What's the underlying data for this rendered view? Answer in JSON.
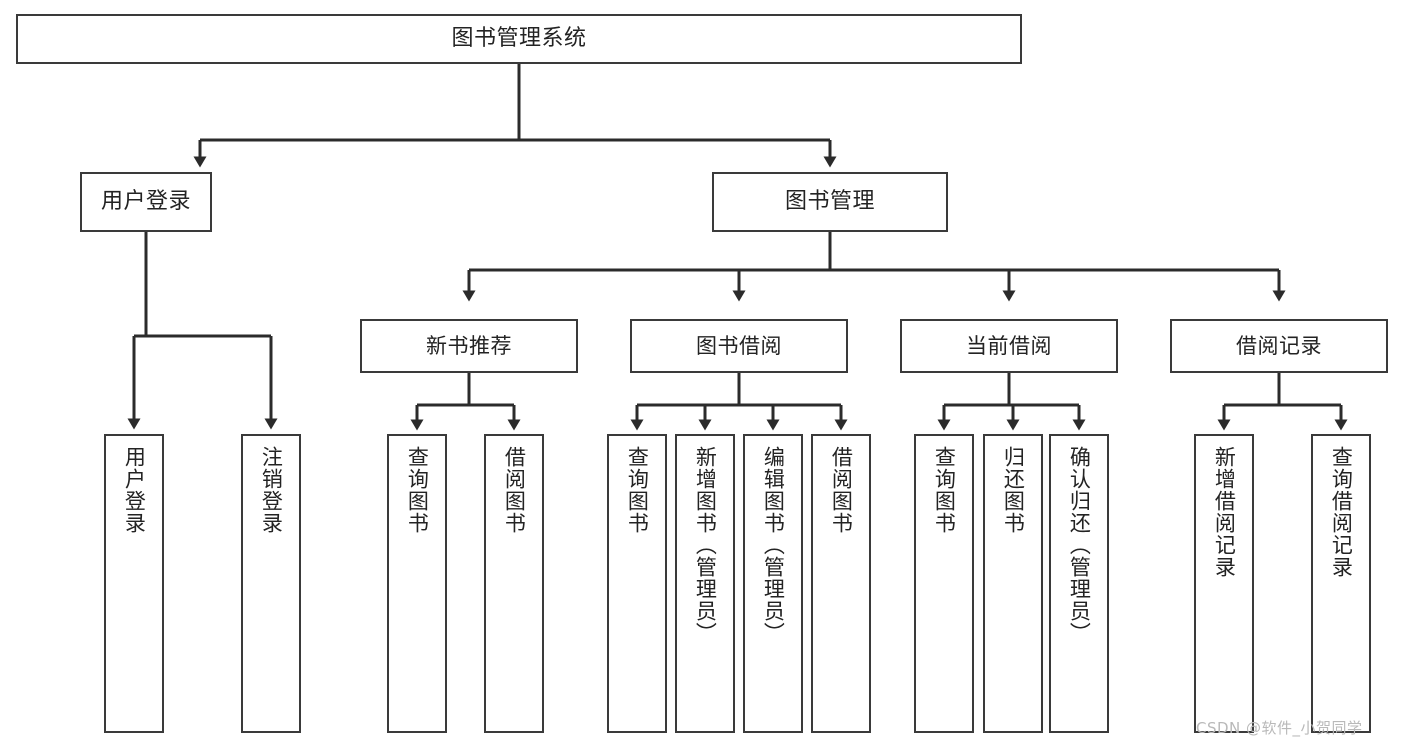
{
  "diagram": {
    "type": "tree",
    "title": "图书管理系统",
    "style": {
      "box_fill": "#ffffff",
      "box_stroke": "#3a3a3a",
      "edge_color": "#2b2b2b",
      "text_color": "#232323",
      "background": "#ffffff"
    },
    "root": {
      "label": "图书管理系统"
    },
    "level1": [
      {
        "label": "用户登录"
      },
      {
        "label": "图书管理"
      }
    ],
    "level2": [
      {
        "label": "新书推荐"
      },
      {
        "label": "图书借阅"
      },
      {
        "label": "当前借阅"
      },
      {
        "label": "借阅记录"
      }
    ],
    "leaves": {
      "user_login": [
        {
          "label": "用户登录"
        },
        {
          "label": "注销登录"
        }
      ],
      "new_book_recommend": [
        {
          "label": "查询图书"
        },
        {
          "label": "借阅图书"
        }
      ],
      "book_borrow": [
        {
          "label": "查询图书"
        },
        {
          "label": "新增图书（管理员）"
        },
        {
          "label": "编辑图书（管理员）"
        },
        {
          "label": "借阅图书"
        }
      ],
      "current_borrow": [
        {
          "label": "查询图书"
        },
        {
          "label": "归还图书"
        },
        {
          "label": "确认归还（管理员）"
        }
      ],
      "borrow_record": [
        {
          "label": "新增借阅记录"
        },
        {
          "label": "查询借阅记录"
        }
      ]
    }
  },
  "watermark": {
    "text": "CSDN @软件_小贺同学"
  }
}
